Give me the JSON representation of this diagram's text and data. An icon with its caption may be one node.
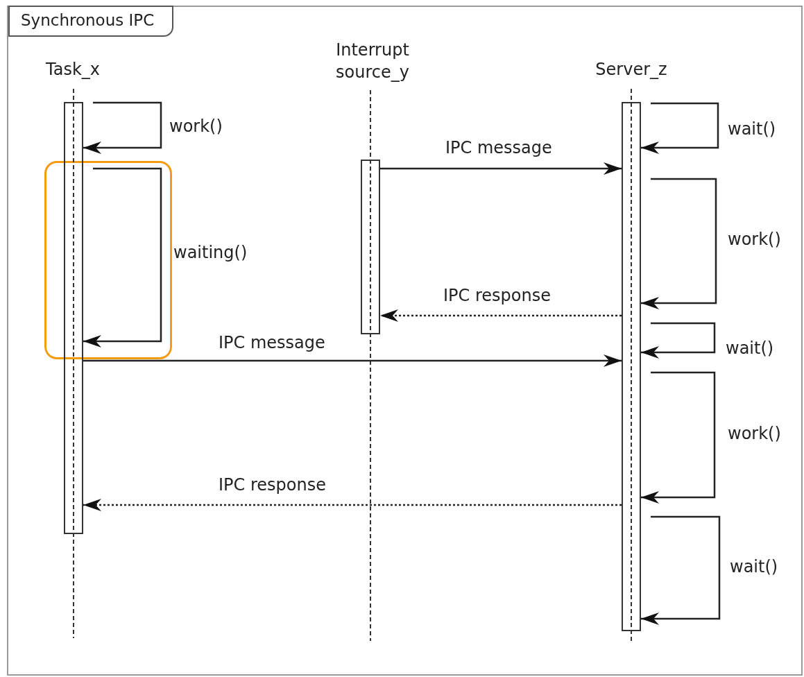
{
  "diagram": {
    "title": "Synchronous IPC",
    "nodes": [
      {
        "text": [
          "Task_x"
        ]
      },
      {
        "text": [
          "Interrupt source_y"
        ]
      },
      {
        "text": [
          "Server_z"
        ]
      },
      {
        "text": [],
        "shape": "bar"
      },
      {
        "text": [],
        "shape": "bar"
      },
      {
        "text": [],
        "shape": "bar"
      }
    ],
    "edges": [
      {
        "from": 3,
        "to": 3,
        "arrow": "to",
        "label": "work()"
      },
      {
        "from": 3,
        "to": 3,
        "arrow": "to",
        "label": "waiting()"
      },
      {
        "from": 4,
        "to": 5,
        "arrow": "to",
        "label": "IPC message"
      },
      {
        "from": 5,
        "to": 5,
        "arrow": "to",
        "label": "wait()"
      },
      {
        "from": 5,
        "to": 5,
        "arrow": "to",
        "label": "work()"
      },
      {
        "from": 5,
        "to": 4,
        "arrow": "to",
        "label": "IPC response",
        "style": "dashed"
      },
      {
        "from": 5,
        "to": 5,
        "arrow": "to",
        "label": "wait()"
      },
      {
        "from": 3,
        "to": 5,
        "arrow": "to",
        "label": "IPC message"
      },
      {
        "from": 5,
        "to": 5,
        "arrow": "to",
        "label": "work()"
      },
      {
        "from": 5,
        "to": 3,
        "arrow": "to",
        "label": "IPC response",
        "style": "dashed"
      },
      {
        "from": 5,
        "to": 5,
        "arrow": "to",
        "label": "wait()"
      }
    ]
  }
}
